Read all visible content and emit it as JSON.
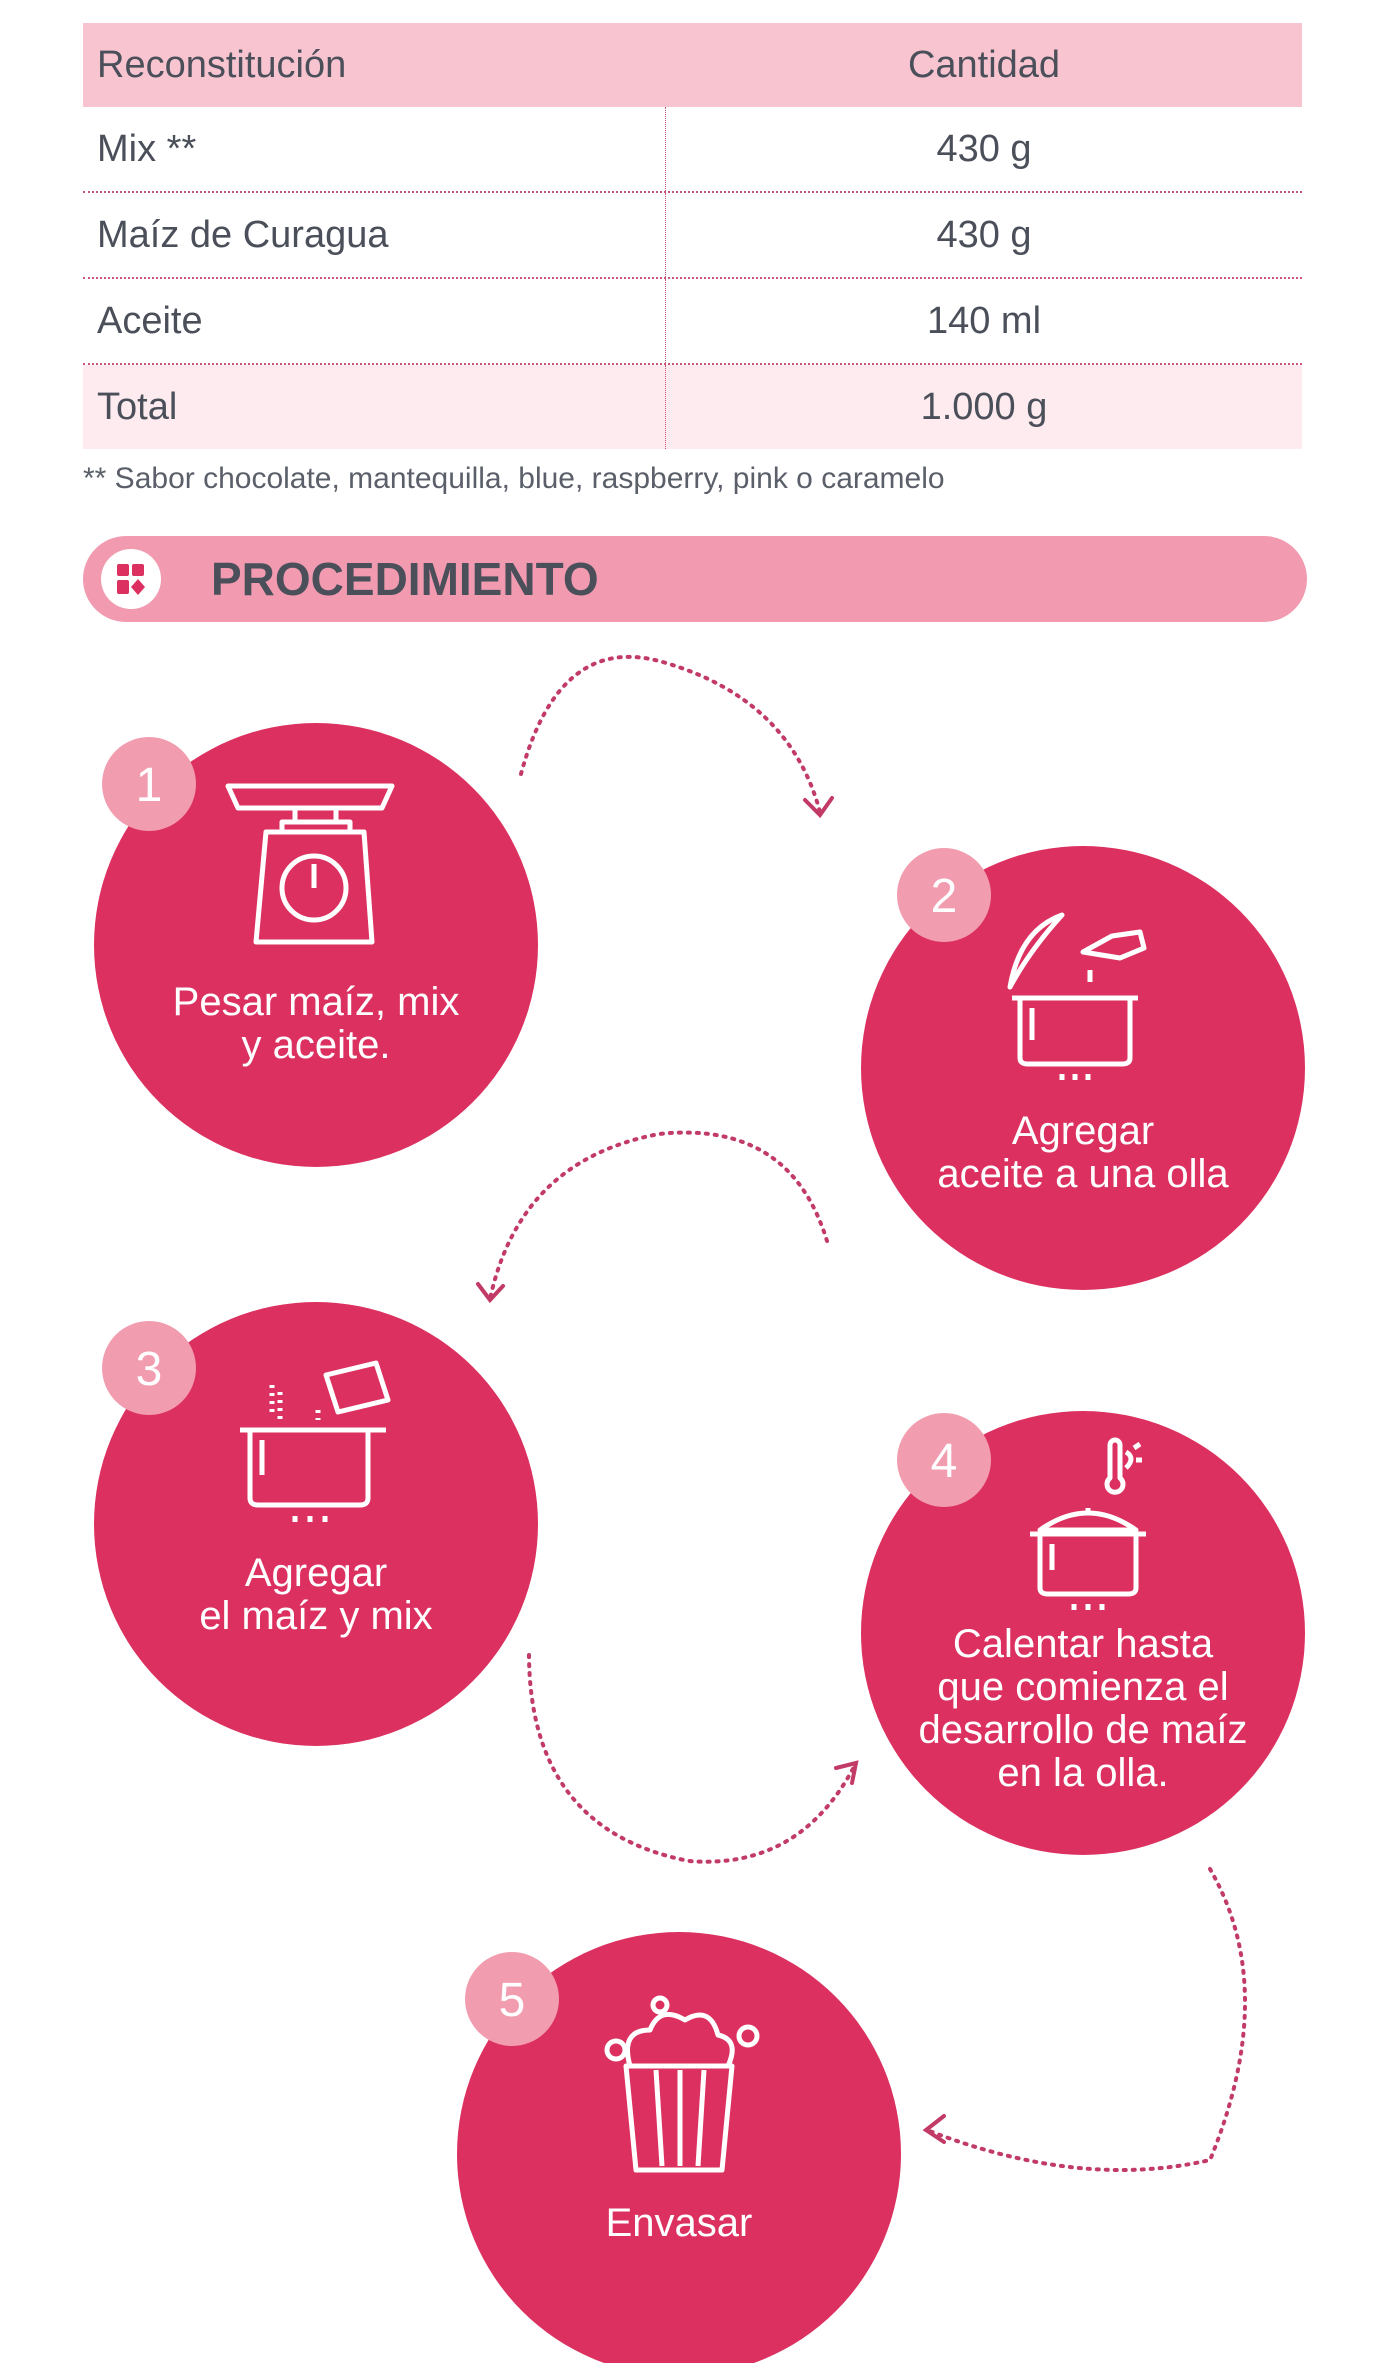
{
  "table": {
    "headers": [
      "Reconstitución",
      "Cantidad"
    ],
    "rows": [
      {
        "item": "Mix **",
        "qty": "430 g"
      },
      {
        "item": "Maíz de Curagua",
        "qty": "430 g"
      },
      {
        "item": "Aceite",
        "qty": "140 ml"
      }
    ],
    "total": {
      "item": "Total",
      "qty": "1.000 g"
    },
    "footnote": "** Sabor chocolate, mantequilla, blue, raspberry, pink o caramelo"
  },
  "section": {
    "title": "PROCEDIMIENTO",
    "icon": "grid-shapes-icon"
  },
  "steps": [
    {
      "number": "1",
      "lines": [
        "Pesar maíz, mix",
        "y aceite."
      ],
      "icon": "kitchen-scale-icon"
    },
    {
      "number": "2",
      "lines": [
        "Agregar",
        "aceite a una olla"
      ],
      "icon": "pot-oil-icon"
    },
    {
      "number": "3",
      "lines": [
        "Agregar",
        "el maíz y mix"
      ],
      "icon": "pot-pour-icon"
    },
    {
      "number": "4",
      "lines": [
        "Calentar hasta",
        "que comienza el",
        "desarrollo de maíz",
        "en la olla."
      ],
      "icon": "pot-heat-icon"
    },
    {
      "number": "5",
      "lines": [
        "Envasar"
      ],
      "icon": "popcorn-icon"
    }
  ],
  "colors": {
    "circle": "#dc3160",
    "badge": "#f29cb0",
    "header": "#f8c4d0",
    "total": "#fdebef",
    "bar": "#f29bb0",
    "arrow": "#c23a66"
  }
}
